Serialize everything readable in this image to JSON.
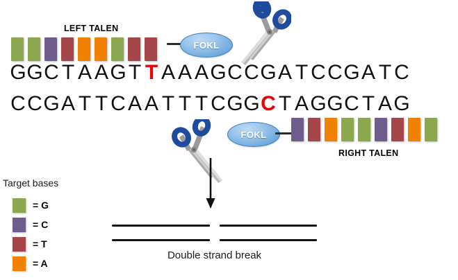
{
  "figure": {
    "title": "TALEN double strand break diagram"
  },
  "palette": {
    "G": "#8ca84f",
    "C": "#6e5c8c",
    "T": "#a4464a",
    "A": "#ef8200",
    "cut_base": "#ee0000",
    "fokl_fill": "#9cc6ea",
    "fokl_border": "#3d7bbd",
    "scissor_handle": "#1e4b9e",
    "scissor_blade": "#9a9a9a",
    "line": "#141414"
  },
  "left_talen": {
    "label": "LEFT TALEN",
    "blocks": [
      "G",
      "G",
      "C",
      "T",
      "A",
      "A",
      "G",
      "T",
      "T"
    ],
    "fokl_label": "FOKL"
  },
  "right_talen": {
    "label": "RIGHT TALEN",
    "blocks": [
      "C",
      "T",
      "A",
      "G",
      "G",
      "C",
      "T",
      "A",
      "G"
    ],
    "fokl_label": "FOKL"
  },
  "dna": {
    "top_strand": [
      "G",
      "G",
      "C",
      "T",
      "A",
      "A",
      "G",
      "T",
      "T",
      "A",
      "A",
      "A",
      "G",
      "C",
      "C",
      "G",
      "A",
      "T",
      "C",
      "C",
      "G",
      "A",
      "T",
      "C"
    ],
    "top_cut_index": 8,
    "bottom_strand": [
      "C",
      "C",
      "G",
      "A",
      "T",
      "T",
      "C",
      "A",
      "A",
      "T",
      "T",
      "T",
      "C",
      "G",
      "G",
      "C",
      "T",
      "A",
      "G",
      "G",
      "C",
      "T",
      "A",
      "G"
    ],
    "bottom_cut_index": 15
  },
  "result": {
    "caption": "Double strand break"
  },
  "legend": {
    "title": "Target bases",
    "items": [
      {
        "color_key": "G",
        "label": "= G"
      },
      {
        "color_key": "C",
        "label": "= C"
      },
      {
        "color_key": "T",
        "label": "= T"
      },
      {
        "color_key": "A",
        "label": "= A"
      }
    ]
  }
}
